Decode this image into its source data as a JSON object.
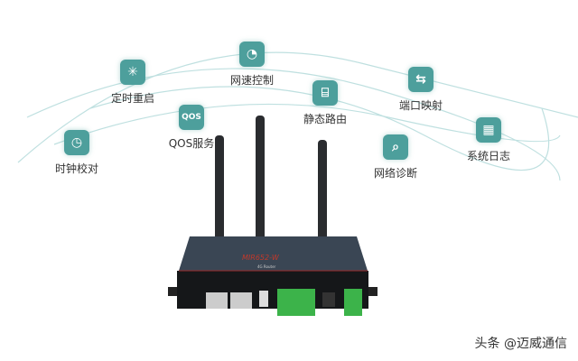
{
  "features": [
    {
      "label": "时钟校对",
      "icon": "clock-icon"
    },
    {
      "label": "定时重启",
      "icon": "restart-icon"
    },
    {
      "label": "QOS服务",
      "icon": "qos-icon",
      "icon_text": "QOS"
    },
    {
      "label": "网速控制",
      "icon": "speedometer-icon"
    },
    {
      "label": "静态路由",
      "icon": "router-icon"
    },
    {
      "label": "端口映射",
      "icon": "port-mapping-icon"
    },
    {
      "label": "网络诊断",
      "icon": "diagnosis-icon"
    },
    {
      "label": "系统日志",
      "icon": "calendar-icon"
    }
  ],
  "router": {
    "model": "MIR652-W",
    "subtitle": "4G Router"
  },
  "watermark": "头条 @迈威通信",
  "colors": {
    "accent": "#4d9f9c"
  }
}
